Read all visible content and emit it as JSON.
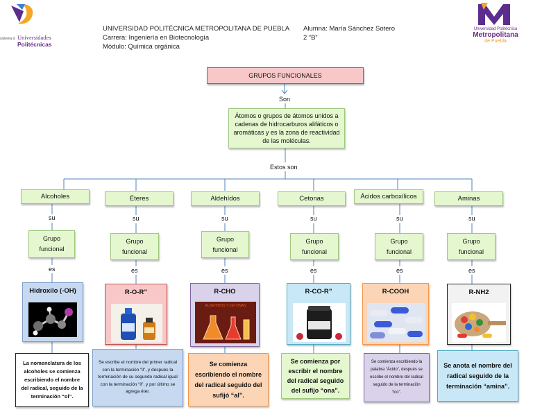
{
  "header": {
    "university": "UNIVERSIDAD POLITÉCNICA METROPOLITANA DE PUEBLA",
    "career": "Carrera: Ingeniería en Biotecnología",
    "module": "Módulo: Química orgánica",
    "student": "Alumna: María Sánchez Sotero",
    "group": "2 “B”",
    "logo_left_small": "sistema d",
    "logo_left_line1": "Universidades",
    "logo_left_line2": "Politécnicas",
    "logo_right_line1": "Universidad Politécnica",
    "logo_right_line2": "Metropolitana",
    "logo_right_line3": "de Puebla"
  },
  "colors": {
    "title_fill": "#f8c8c8",
    "green_fill": "#e4f7cf",
    "line": "#4f81bd"
  },
  "diagram": {
    "title": "GRUPOS FUNCIONALES",
    "connector_son": "Son",
    "definition": "Átomos o grupos de átomos unidos a cadenas de hidrocarburos alifáticos o aromáticas y es la zona de reactividad de las moléculas.",
    "connector_estos": "Estos son",
    "connector_su": "su",
    "connector_es": "es",
    "group_label": "Grupo funcional",
    "categories": [
      {
        "name": "Alcoholes",
        "formula": "Hidroxilo (-OH)",
        "description": "La nomenclatura de los alcoholes se comienza escribiendo el nombre del radical, seguido de la terminación “ol”."
      },
      {
        "name": "Éteres",
        "formula": "R-O-R”",
        "description": "Se escribe el nombre del primer radical con la terminación “il”, y después la terminación de su segundo radical igual con la terminación “il”, y por último se agrega éter."
      },
      {
        "name": "Aldehídos",
        "formula": "R-CHO",
        "image_caption": "ALDEHIDOS Y CETONAS",
        "description": "Se comienza escribiendo el nombre del radical seguido del sufijó “al”."
      },
      {
        "name": "Cetonas",
        "formula": "R-CO-R”",
        "description": "Se comienza por escribir el nombre del radical seguido del sufijo “ona”."
      },
      {
        "name": "Ácidos carboxílicos",
        "formula": "R-COOH",
        "description": "Se comienza escribiendo la palabra “Ácido”, después se escribe el nombre del radical seguido de la terminación “ico”."
      },
      {
        "name": "Aminas",
        "formula": "R-NH2",
        "description": "Se anota el nombre del radical seguido de la terminación “amina”."
      }
    ]
  }
}
